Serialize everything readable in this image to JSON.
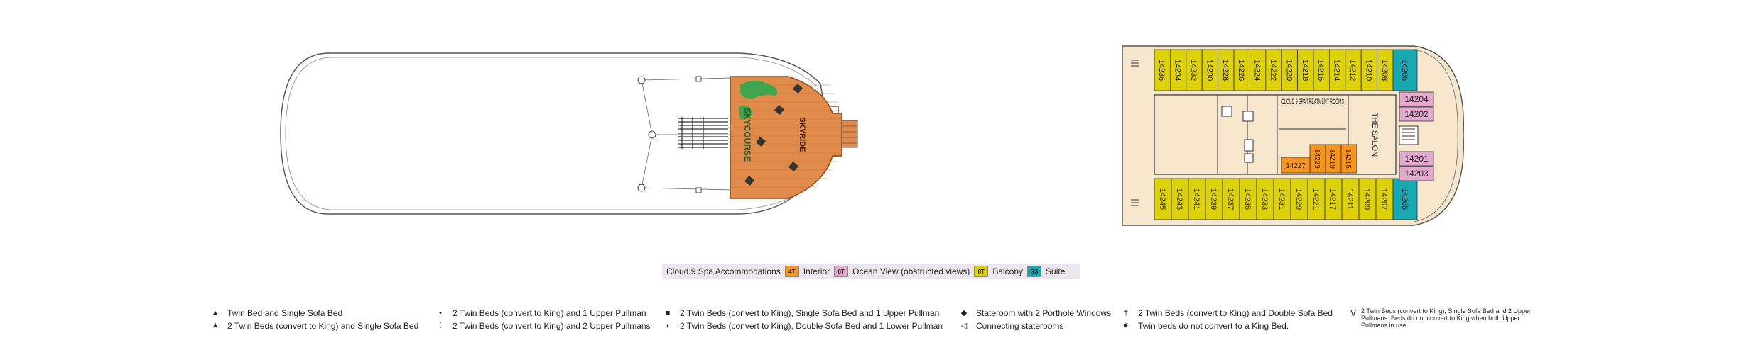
{
  "forward_deck": {
    "labels": {
      "skycourse": "SKYCOURSE",
      "skyride": "SKYRIDE"
    }
  },
  "aft_deck": {
    "rooms": {
      "spa": "CLOUD 9 SPA TREATMENT ROOMS",
      "salon": "THE SALON"
    },
    "cabins_top": [
      "14236",
      "14234",
      "14232",
      "14230",
      "14228",
      "14226",
      "14224",
      "14222",
      "14220",
      "14218",
      "14216",
      "14214",
      "14212",
      "14210",
      "14208"
    ],
    "cabin_top_suite": "14206",
    "cabins_bottom": [
      "14245",
      "14243",
      "14241",
      "14239",
      "14237",
      "14235",
      "14233",
      "14231",
      "14229",
      "14221",
      "14217",
      "14211",
      "14209",
      "14207"
    ],
    "cabin_bottom_suite": "14205",
    "cabins_side": [
      "14204",
      "14202",
      "14201",
      "14203"
    ],
    "cabins_spa": [
      "14227",
      "14223",
      "14219",
      "14215"
    ]
  },
  "colors": {
    "interior": "#f7941d",
    "ocean_view_obstructed": "#e3a9cf",
    "balcony": "#ddd20a",
    "suite": "#16a9b1",
    "deck_fill": "#f5e6cc",
    "wood": "#e08b4a"
  },
  "legend": {
    "spa_label": "Cloud 9 Spa Accommodations",
    "items": [
      {
        "code": "4T",
        "label": "Interior"
      },
      {
        "code": "6T",
        "label": "Ocean View (obstructed views)"
      },
      {
        "code": "8T",
        "label": "Balcony"
      },
      {
        "code": "SS",
        "label": "Suite"
      }
    ]
  },
  "symbol_keys": [
    {
      "symbol": "▲",
      "text": "Twin Bed and Single Sofa Bed"
    },
    {
      "symbol": "★",
      "text": "2 Twin Beds (convert to King) and Single Sofa Bed"
    },
    {
      "symbol": "•",
      "text": "2 Twin Beds (convert to King) and 1 Upper Pullman"
    },
    {
      "symbol": "⁚",
      "text": "2 Twin Beds (convert to King) and 2 Upper Pullmans"
    },
    {
      "symbol": "■",
      "text": "2 Twin Beds (convert to King), Single Sofa Bed and 1 Upper Pullman"
    },
    {
      "symbol": "◗",
      "text": "2 Twin Beds (convert to King), Double Sofa Bed and 1 Lower Pullman"
    },
    {
      "symbol": "◆",
      "text": "Stateroom with 2 Porthole Windows"
    },
    {
      "symbol": "◁",
      "text": "Connecting staterooms"
    },
    {
      "symbol": "†",
      "text": "2 Twin Beds (convert to King) and Double Sofa Bed"
    },
    {
      "symbol": "✷",
      "text": "Twin beds do not convert to a King Bed."
    },
    {
      "symbol": "∀",
      "text": "2 Twin Beds (convert to King), Single Sofa Bed and 2 Upper Pullmans. Beds do not convert to King when both Upper Pullmans in use."
    }
  ]
}
